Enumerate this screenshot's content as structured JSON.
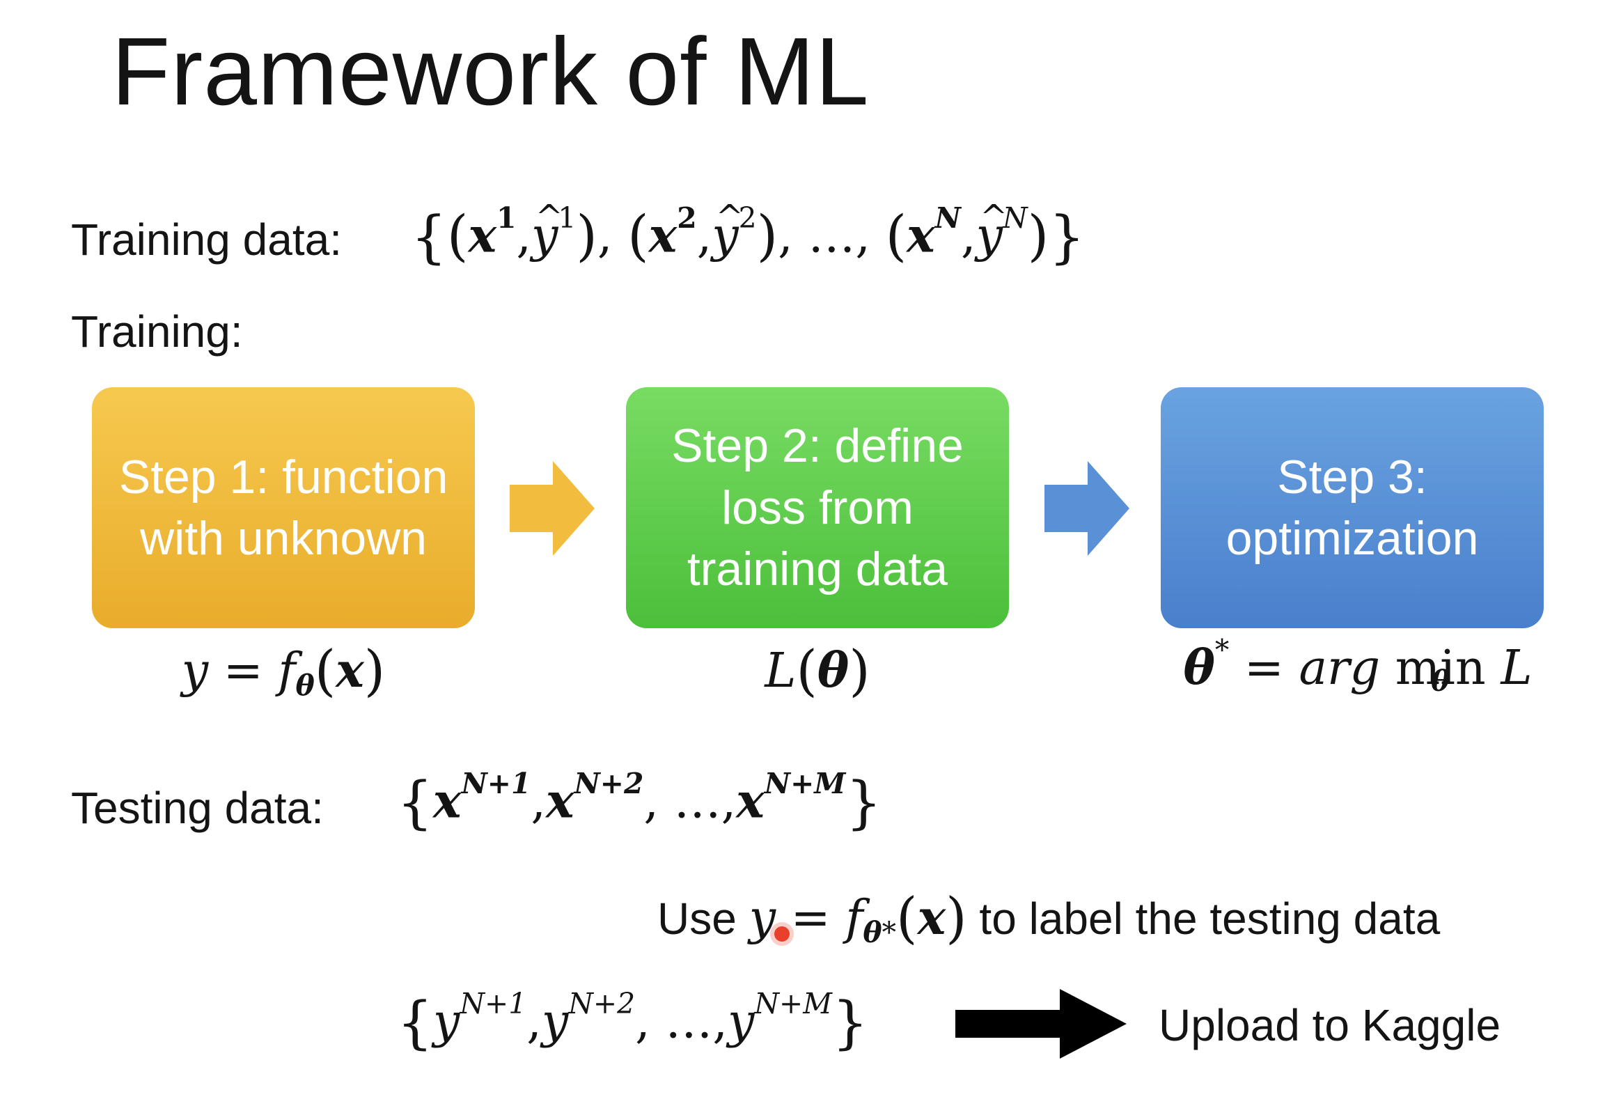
{
  "title": "Framework of ML",
  "training_data": {
    "label": "Training data:",
    "x": "x",
    "y": "y",
    "sup1": "1",
    "sup2": "2",
    "supN": "N",
    "ellipsis": "…"
  },
  "training": {
    "label": "Training:"
  },
  "steps": [
    {
      "text": "Step 1: function with unknown",
      "color": "#f2bc3f"
    },
    {
      "text": "Step 2: define loss from training data",
      "color": "#5ecd4b"
    },
    {
      "text": "Step 3: optimization",
      "color": "#5a91d6"
    }
  ],
  "arrows": [
    {
      "color": "#f2bc3f"
    },
    {
      "color": "#5a91d6"
    }
  ],
  "formulas": {
    "f1": {
      "y": "y",
      "eq": "=",
      "f": "f",
      "theta": "θ",
      "x": "x"
    },
    "f2": {
      "L": "L",
      "theta": "θ"
    },
    "f3": {
      "theta": "θ",
      "star": "*",
      "eq": "=",
      "arg": "arg",
      "min": "min",
      "sub": "θ",
      "L": "L"
    }
  },
  "testing_data": {
    "label": "Testing data:",
    "x": "x",
    "sup1": "N+1",
    "sup2": "N+2",
    "supM": "N+M",
    "ellipsis": "…"
  },
  "use_line": {
    "prefix": "Use",
    "y": "y",
    "eq": "=",
    "f": "f",
    "theta": "θ",
    "star": "*",
    "x": "x",
    "suffix": "to label the testing data"
  },
  "output_set": {
    "y": "y",
    "sup1": "N+1",
    "sup2": "N+2",
    "supM": "N+M",
    "ellipsis": "…"
  },
  "upload": {
    "label": "Upload to Kaggle",
    "arrow_color": "#000000"
  },
  "cursor": {
    "color": "#e8402a"
  }
}
